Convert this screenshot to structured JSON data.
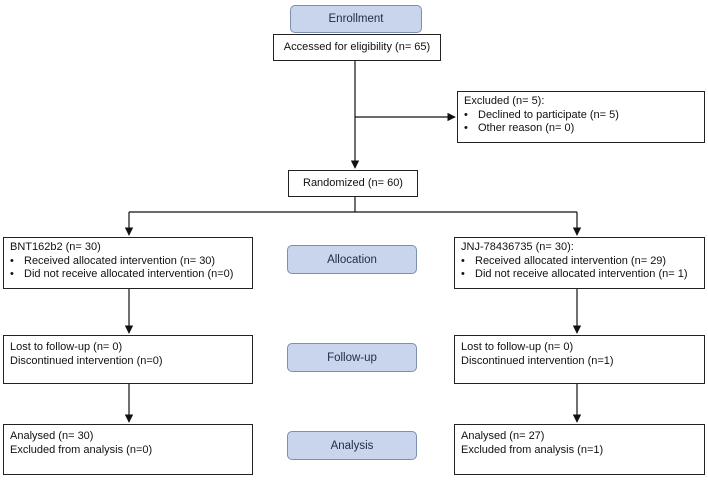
{
  "colors": {
    "stage_fill": "#c9d5ec",
    "stage_border": "#7c8fb0",
    "line": "#111111"
  },
  "stages": {
    "enrollment": "Enrollment",
    "allocation": "Allocation",
    "followup": "Follow-up",
    "analysis": "Analysis"
  },
  "assessed": "Accessed for eligibility (n= 65)",
  "excluded": {
    "title": "Excluded (n= 5):",
    "items": [
      "Declined to participate (n= 5)",
      "Other reason (n= 0)"
    ]
  },
  "randomized": "Randomized (n= 60)",
  "left": {
    "allocation": {
      "title": "BNT162b2 (n= 30)",
      "items": [
        "Received allocated intervention (n= 30)",
        "Did not receive allocated intervention (n=0)"
      ]
    },
    "followup": [
      "Lost to follow-up (n= 0)",
      "Discontinued intervention (n=0)"
    ],
    "analysis": [
      "Analysed (n= 30)",
      "Excluded from analysis (n=0)"
    ]
  },
  "right": {
    "allocation": {
      "title": "JNJ-78436735 (n= 30):",
      "items": [
        "Received allocated intervention (n= 29)",
        "Did not receive allocated intervention (n= 1)"
      ]
    },
    "followup": [
      "Lost to follow-up (n= 0)",
      "Discontinued intervention (n=1)"
    ],
    "analysis": [
      "Analysed (n= 27)",
      "Excluded from analysis (n=1)"
    ]
  }
}
